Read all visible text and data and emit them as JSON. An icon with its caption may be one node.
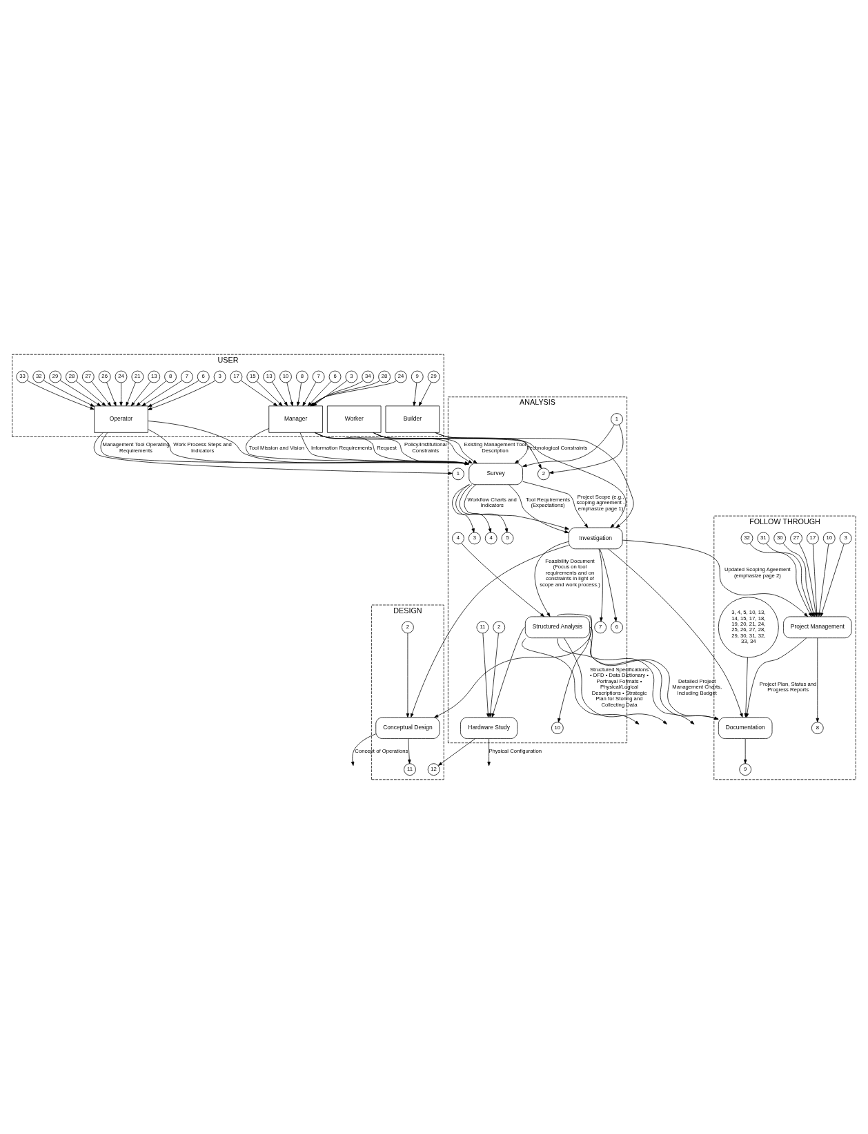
{
  "diagram": {
    "nodes": [
      {
        "text": [
          "USER"
        ]
      },
      {
        "text": [
          "Manager"
        ],
        "in": 0
      },
      {
        "text": [
          "Operator"
        ],
        "in": 0
      },
      {
        "text": [
          "Worker"
        ],
        "in": 0
      },
      {
        "text": [
          "Builder"
        ],
        "in": 0
      },
      {
        "text": [
          "3"
        ],
        "in": 0
      },
      {
        "text": [
          "6"
        ],
        "in": 0
      },
      {
        "text": [
          "7"
        ],
        "in": 0
      },
      {
        "text": [
          "8"
        ],
        "in": 0
      },
      {
        "text": [
          "10"
        ],
        "in": 0
      },
      {
        "text": [
          "13"
        ],
        "in": 0
      },
      {
        "text": [
          "15"
        ],
        "in": 0
      },
      {
        "text": [
          "17"
        ],
        "in": 0
      },
      {
        "text": [
          "24"
        ],
        "in": 0
      },
      {
        "text": [
          "28"
        ],
        "in": 0
      },
      {
        "text": [
          "34"
        ],
        "in": 0
      },
      {
        "text": [
          "3"
        ],
        "in": 0
      },
      {
        "text": [
          "6"
        ],
        "in": 0
      },
      {
        "text": [
          "7"
        ],
        "in": 0
      },
      {
        "text": [
          "8"
        ],
        "in": 0
      },
      {
        "text": [
          "13"
        ],
        "in": 0
      },
      {
        "text": [
          "21"
        ],
        "in": 0
      },
      {
        "text": [
          "24"
        ],
        "in": 0
      },
      {
        "text": [
          "26"
        ],
        "in": 0
      },
      {
        "text": [
          "27"
        ],
        "in": 0
      },
      {
        "text": [
          "28"
        ],
        "in": 0
      },
      {
        "text": [
          "29"
        ],
        "in": 0
      },
      {
        "text": [
          "32"
        ],
        "in": 0
      },
      {
        "text": [
          "33"
        ],
        "in": 0
      },
      {
        "text": [
          "9"
        ],
        "in": 0
      },
      {
        "text": [
          "29"
        ],
        "in": 0
      },
      {
        "text": [
          "FOLLOW THROUGH"
        ]
      },
      {
        "text": [
          "Project Management"
        ],
        "in": 31
      },
      {
        "text": [
          "3"
        ],
        "in": 31
      },
      {
        "text": [
          "10"
        ],
        "in": 31
      },
      {
        "text": [
          "17"
        ],
        "in": 31
      },
      {
        "text": [
          "27"
        ],
        "in": 31
      },
      {
        "text": [
          "30"
        ],
        "in": 31
      },
      {
        "text": [
          "31"
        ],
        "in": 31
      },
      {
        "text": [
          "32"
        ],
        "in": 31
      },
      {
        "text": [
          "Documentation"
        ],
        "in": 31
      },
      {
        "text": [
          "8"
        ],
        "in": 31
      },
      {
        "text": [
          "9"
        ],
        "in": 31
      },
      {
        "text": [
          "3, 4, 5, 10, 13, 14, 15, 17, 18, 19, 20, 21, 24, 25, 26, 27, 28, 29, 30, 31, 32, 33, 34"
        ],
        "in": 31
      },
      {
        "text": [
          "ANALYSIS"
        ]
      },
      {
        "text": [
          "1"
        ],
        "in": 44
      },
      {
        "text": [
          "1"
        ],
        "in": 44
      },
      {
        "text": [
          "Survey"
        ],
        "in": 44
      },
      {
        "text": [
          "2"
        ],
        "in": 44
      },
      {
        "text": [
          "3"
        ],
        "in": 44
      },
      {
        "text": [
          "4"
        ],
        "in": 44
      },
      {
        "text": [
          "5"
        ],
        "in": 44
      },
      {
        "text": [
          "Investigation"
        ],
        "in": 44
      },
      {
        "text": [
          "6"
        ],
        "in": 44
      },
      {
        "text": [
          "7"
        ],
        "in": 44
      },
      {
        "text": [
          "10"
        ],
        "in": 44
      },
      {
        "text": [
          "4"
        ],
        "in": 44
      },
      {
        "text": [
          "Structured Analysis"
        ],
        "in": 44
      },
      {
        "text": [
          "2"
        ],
        "in": 44
      },
      {
        "text": [
          "Hardware Study"
        ],
        "in": 44
      },
      {
        "text": [
          "11"
        ],
        "in": 44
      },
      {
        "text": [
          "DESIGN"
        ]
      },
      {
        "text": [
          "12"
        ],
        "in": 61
      },
      {
        "text": [
          "11"
        ],
        "in": 61
      },
      {
        "text": [
          "Conceptual Design"
        ],
        "in": 61
      },
      {
        "text": [
          "2"
        ],
        "in": 61
      }
    ],
    "edges": [
      {
        "from": 5,
        "to": 1,
        "arrow": "to"
      },
      {
        "from": 6,
        "to": 1,
        "arrow": "to"
      },
      {
        "from": 7,
        "to": 1,
        "arrow": "to"
      },
      {
        "from": 8,
        "to": 1,
        "arrow": "to"
      },
      {
        "from": 9,
        "to": 1,
        "arrow": "to"
      },
      {
        "from": 10,
        "to": 1,
        "arrow": "to"
      },
      {
        "from": 11,
        "to": 1,
        "arrow": "to"
      },
      {
        "from": 12,
        "to": 1,
        "arrow": "to"
      },
      {
        "from": 13,
        "to": 1,
        "arrow": "to"
      },
      {
        "from": 14,
        "to": 1,
        "arrow": "to"
      },
      {
        "from": 15,
        "to": 1,
        "arrow": "to"
      },
      {
        "from": 16,
        "to": 2,
        "arrow": "to"
      },
      {
        "from": 17,
        "to": 2,
        "arrow": "to"
      },
      {
        "from": 18,
        "to": 2,
        "arrow": "to"
      },
      {
        "from": 19,
        "to": 2,
        "arrow": "to"
      },
      {
        "from": 20,
        "to": 2,
        "arrow": "to"
      },
      {
        "from": 21,
        "to": 2,
        "arrow": "to"
      },
      {
        "from": 22,
        "to": 2,
        "arrow": "to"
      },
      {
        "from": 23,
        "to": 2,
        "arrow": "to"
      },
      {
        "from": 24,
        "to": 2,
        "arrow": "to"
      },
      {
        "from": 25,
        "to": 2,
        "arrow": "to"
      },
      {
        "from": 26,
        "to": 2,
        "arrow": "to"
      },
      {
        "from": 27,
        "to": 2,
        "arrow": "to"
      },
      {
        "from": 28,
        "to": 2,
        "arrow": "to"
      },
      {
        "from": 29,
        "to": 4,
        "arrow": "to"
      },
      {
        "from": 30,
        "to": 4,
        "arrow": "to"
      },
      {
        "from": 1,
        "to": 47,
        "arrow": "to",
        "label": "Policy/Institutional Constraints"
      },
      {
        "from": 1,
        "to": 52,
        "arrow": "to"
      },
      {
        "from": 1,
        "to": 47,
        "arrow": "to",
        "label": "Tool Mission and Vision"
      },
      {
        "from": 1,
        "to": 47,
        "arrow": "to",
        "label": "Information Requirements"
      },
      {
        "from": 1,
        "to": 47,
        "arrow": "to",
        "label": "Request"
      },
      {
        "from": 2,
        "to": 47,
        "arrow": "to"
      },
      {
        "from": 2,
        "to": 47,
        "arrow": "to",
        "label": "Management Tool Operating Requirements"
      },
      {
        "from": 2,
        "to": 47,
        "arrow": "to",
        "label": "Work Process Steps and Indicators"
      },
      {
        "from": 3,
        "to": 47,
        "arrow": "to"
      },
      {
        "from": 2,
        "to": 45,
        "arrow": "to"
      },
      {
        "from": 3,
        "to": 47,
        "arrow": "to",
        "label": "Existing Management Tool Description"
      },
      {
        "from": 46,
        "to": 47,
        "arrow": "to"
      },
      {
        "from": 3,
        "to": 48,
        "arrow": "to"
      },
      {
        "from": 46,
        "to": 48,
        "arrow": "to"
      },
      {
        "from": 4,
        "to": 47,
        "arrow": "to",
        "label": "Technological Constraints"
      },
      {
        "from": 4,
        "to": 52,
        "arrow": "to"
      },
      {
        "from": 47,
        "to": 52,
        "arrow": "to",
        "label": "Tool Requirements (Expectations)"
      },
      {
        "from": 47,
        "to": 50,
        "arrow": "to"
      },
      {
        "from": 47,
        "to": 52,
        "arrow": "to",
        "label": "Project Scope (e.g., scoping agreement - emphasize page 1)"
      },
      {
        "from": 47,
        "to": 49,
        "arrow": "to"
      },
      {
        "from": 47,
        "to": 52,
        "arrow": "to",
        "label": "Workflow Charts and Indicators"
      },
      {
        "from": 47,
        "to": 51,
        "arrow": "to"
      },
      {
        "from": 52,
        "to": 53,
        "arrow": "to"
      },
      {
        "from": 52,
        "to": 32,
        "arrow": "to",
        "label": "Updated Scoping Ageement (emphasize page 2)"
      },
      {
        "from": 52,
        "to": 57,
        "arrow": "to",
        "label": "Feasibility Document (Focus on tool requirements and on constraints in light of scope and work process.)"
      },
      {
        "from": 52,
        "to": 54,
        "arrow": "to"
      },
      {
        "from": 52,
        "to": 40,
        "arrow": "to"
      },
      {
        "from": 52,
        "to": 64,
        "arrow": "to"
      },
      {
        "from": 56,
        "to": 57,
        "arrow": "to"
      },
      {
        "from": 57,
        "to": 55,
        "arrow": "to"
      },
      {
        "from": 57,
        "to": 40,
        "arrow": "to",
        "label": "Detailed Project Management Charts, Including Budget"
      },
      {
        "from": 57,
        "to": null,
        "arrow": "to",
        "label": "Structured Specifications • DFD • Data Dictionary • Portrayal Formats • Physical/Logical Descriptions • Strategic Plan for Storing and Collecting Data"
      },
      {
        "from": 57,
        "to": 40,
        "arrow": "to"
      },
      {
        "from": 57,
        "to": null,
        "arrow": "to"
      },
      {
        "from": 57,
        "to": null,
        "arrow": "to"
      },
      {
        "from": 57,
        "to": 59,
        "arrow": "to"
      },
      {
        "from": 57,
        "to": 64,
        "arrow": "to"
      },
      {
        "from": 58,
        "to": 59,
        "arrow": "to"
      },
      {
        "from": 60,
        "to": 59,
        "arrow": "to"
      },
      {
        "from": 59,
        "to": null,
        "arrow": "to",
        "label": "Physical Configuration"
      },
      {
        "from": 59,
        "to": 62,
        "arrow": "to"
      },
      {
        "from": 65,
        "to": 64,
        "arrow": "to"
      },
      {
        "from": 64,
        "to": 63,
        "arrow": "to"
      },
      {
        "from": 64,
        "to": null,
        "arrow": "to",
        "label": "Concept of Operations"
      },
      {
        "from": 33,
        "to": 32,
        "arrow": "to"
      },
      {
        "from": 34,
        "to": 32,
        "arrow": "to"
      },
      {
        "from": 35,
        "to": 32,
        "arrow": "to"
      },
      {
        "from": 36,
        "to": 32,
        "arrow": "to"
      },
      {
        "from": 37,
        "to": 32,
        "arrow": "to"
      },
      {
        "from": 38,
        "to": 32,
        "arrow": "to"
      },
      {
        "from": 39,
        "to": 32,
        "arrow": "to"
      },
      {
        "from": 32,
        "to": 40,
        "arrow": "to",
        "label": "Project Plan, Status and Progress Reports"
      },
      {
        "from": 32,
        "to": 41,
        "arrow": "to"
      },
      {
        "from": 40,
        "to": 42,
        "arrow": "to"
      },
      {
        "from": 43,
        "to": 40,
        "arrow": "to"
      }
    ]
  }
}
